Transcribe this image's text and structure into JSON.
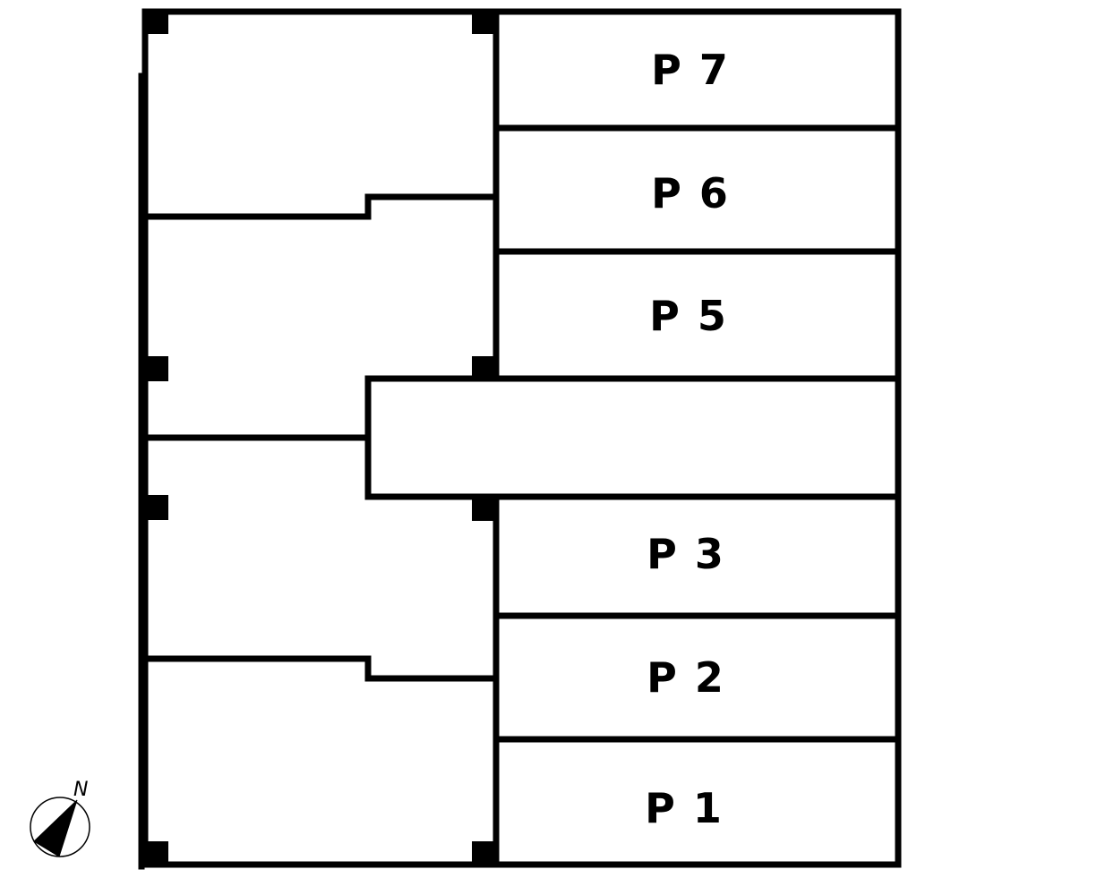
{
  "diagram": {
    "type": "parking-site-plan",
    "spaces": [
      {
        "id": "P7",
        "label": "P 7"
      },
      {
        "id": "P6",
        "label": "P 6"
      },
      {
        "id": "P5",
        "label": "P 5"
      },
      {
        "id": "P3",
        "label": "P 3"
      },
      {
        "id": "P2",
        "label": "P 2"
      },
      {
        "id": "P1",
        "label": "P 1"
      }
    ],
    "compass": {
      "label": "N",
      "icon": "north-arrow-icon"
    },
    "colors": {
      "line": "#000000",
      "background": "#ffffff"
    }
  }
}
